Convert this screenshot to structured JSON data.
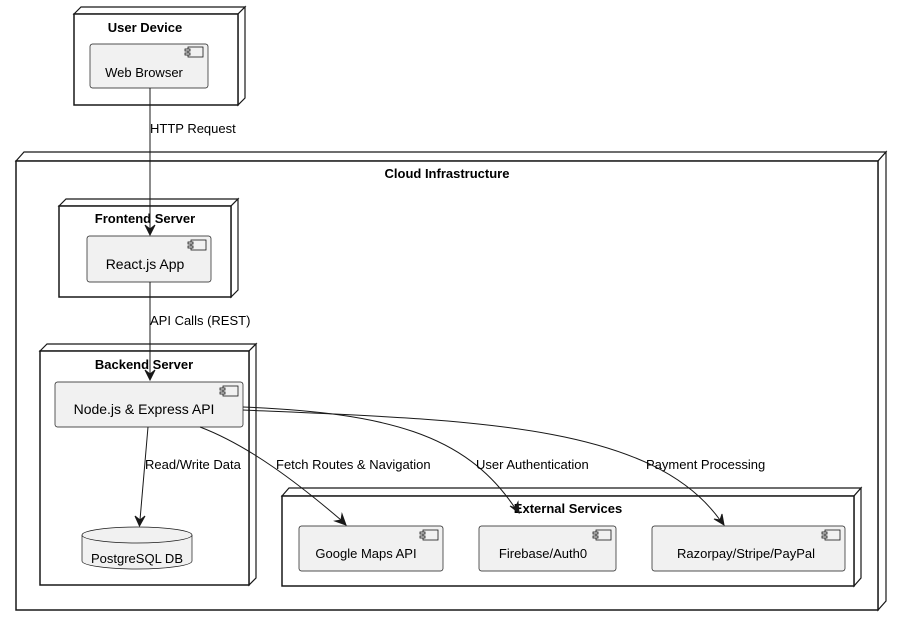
{
  "nodes": {
    "user_device": "User Device",
    "cloud": "Cloud Infrastructure",
    "frontend_server": "Frontend Server",
    "backend_server": "Backend Server",
    "external_services": "External Services"
  },
  "components": {
    "web_browser": "Web Browser",
    "react_app": "React.js App",
    "node_api": "Node.js & Express API",
    "postgres": "PostgreSQL DB",
    "google_maps": "Google Maps API",
    "firebase": "Firebase/Auth0",
    "payments": "Razorpay/Stripe/PayPal"
  },
  "edges": {
    "http_request": "HTTP Request",
    "api_calls": "API Calls (REST)",
    "read_write": "Read/Write Data",
    "fetch_routes": "Fetch Routes & Navigation",
    "user_auth": "User Authentication",
    "payment_processing": "Payment Processing"
  },
  "colors": {
    "stroke": "#181818",
    "component_fill": "#f1f1f1",
    "node_fill": "#ffffff"
  },
  "icons": {
    "component": "component-icon",
    "database": "database-cylinder"
  }
}
